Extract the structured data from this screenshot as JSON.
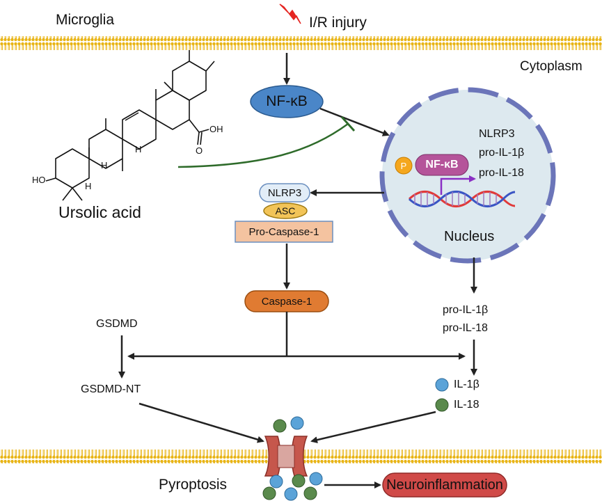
{
  "labels": {
    "microglia": "Microglia",
    "injury": "I/R injury",
    "cytoplasm": "Cytoplasm",
    "nfkb": "NF-κB",
    "ursolic": "Ursolic acid",
    "nucleus": "Nucleus",
    "p": "P",
    "nfkb_nuc": "NF-κB",
    "nuc_targets": [
      "NLRP3",
      "pro-IL-1β",
      "pro-IL-18"
    ],
    "nlrp3": "NLRP3",
    "asc": "ASC",
    "procasp": "Pro-Caspase-1",
    "casp": "Caspase-1",
    "pro_il1b": "pro-IL-1β",
    "pro_il18": "pro-IL-18",
    "gsdmd": "GSDMD",
    "gsdmd_nt": "GSDMD-NT",
    "il1b": "IL-1β",
    "il18": "IL-18",
    "pyroptosis": "Pyroptosis",
    "neuro": "Neuroinflammation",
    "mol_oh": "HO",
    "mol_cooh": "OH",
    "mol_o": "O",
    "mol_h1": "H",
    "mol_h2": "H",
    "mol_h3": "H"
  },
  "colors": {
    "membrane": "#e8b415",
    "nfkb_fill": "#4a86c8",
    "nucleus_border": "#6b75b9",
    "nucleus_fill": "#dde9ef",
    "nfkb_nuc_fill": "#b5549a",
    "p_fill": "#f5a71e",
    "nlrp3_fill": "#e2edf7",
    "asc_fill": "#f2c458",
    "procasp_fill": "#f4c3a0",
    "casp_fill": "#e07b32",
    "inhibit": "#2e6b2a",
    "il1b": "#5ba3d8",
    "il18": "#5a8a4c",
    "pore": "#c6574c",
    "neuro_fill": "#d04a48",
    "dna_red": "#e03a3a",
    "dna_blue": "#3a55c4",
    "arrow_purple": "#8a2fc4"
  }
}
